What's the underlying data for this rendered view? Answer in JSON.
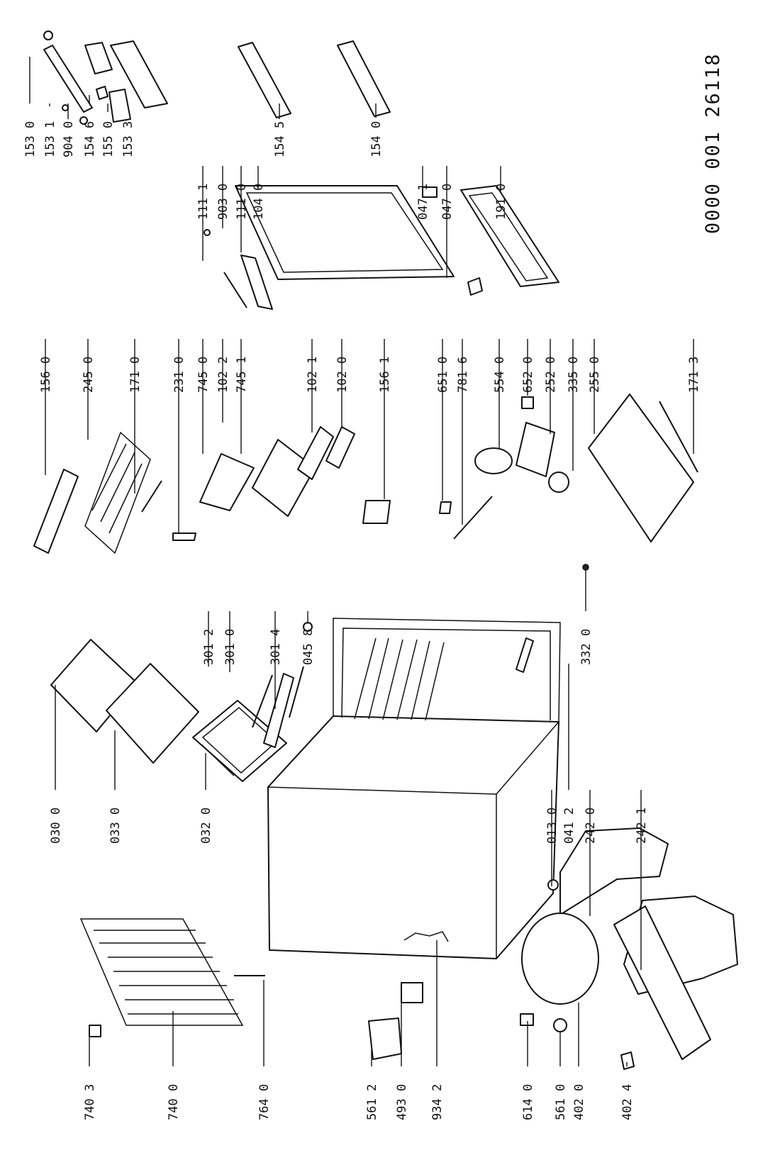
{
  "document_number": "0000 001 26118",
  "parts": [
    {
      "id": "p030",
      "number": "030 0"
    },
    {
      "id": "p033",
      "number": "033 0"
    },
    {
      "id": "p032",
      "number": "032 0"
    },
    {
      "id": "p013",
      "number": "013 0"
    },
    {
      "id": "p0412",
      "number": "041 2"
    },
    {
      "id": "p2420",
      "number": "242 0"
    },
    {
      "id": "p2421",
      "number": "242 1"
    },
    {
      "id": "p3012",
      "number": "301 2"
    },
    {
      "id": "p3010",
      "number": "301 0"
    },
    {
      "id": "p3014",
      "number": "301 4"
    },
    {
      "id": "p0458",
      "number": "045 8"
    },
    {
      "id": "p3320",
      "number": "332 0"
    },
    {
      "id": "p1560",
      "number": "156 0"
    },
    {
      "id": "p2450",
      "number": "245 0"
    },
    {
      "id": "p1710",
      "number": "171 0"
    },
    {
      "id": "p2310",
      "number": "231 0"
    },
    {
      "id": "p7450",
      "number": "745 0"
    },
    {
      "id": "p1022",
      "number": "102 2"
    },
    {
      "id": "p7451",
      "number": "745 1"
    },
    {
      "id": "p1021",
      "number": "102 1"
    },
    {
      "id": "p1020",
      "number": "102 0"
    },
    {
      "id": "p1561",
      "number": "156 1"
    },
    {
      "id": "p6510",
      "number": "651 0"
    },
    {
      "id": "p7816",
      "number": "781 6"
    },
    {
      "id": "p5540",
      "number": "554 0"
    },
    {
      "id": "p6520",
      "number": "652 0"
    },
    {
      "id": "p2520",
      "number": "252 0"
    },
    {
      "id": "p3350",
      "number": "335 0"
    },
    {
      "id": "p2550",
      "number": "255 0"
    },
    {
      "id": "p1713",
      "number": "171 3"
    },
    {
      "id": "p1111",
      "number": "111 1"
    },
    {
      "id": "p9030",
      "number": "903 0"
    },
    {
      "id": "p1110",
      "number": "111 0"
    },
    {
      "id": "p1040",
      "number": "104 0"
    },
    {
      "id": "p0471",
      "number": "047 1"
    },
    {
      "id": "p0470",
      "number": "047 0"
    },
    {
      "id": "p1910",
      "number": "191 0"
    },
    {
      "id": "p1545",
      "number": "154 5"
    },
    {
      "id": "p1540",
      "number": "154 0"
    },
    {
      "id": "p1530",
      "number": "153 0"
    },
    {
      "id": "p1531",
      "number": "153 1"
    },
    {
      "id": "p9040",
      "number": "904 0"
    },
    {
      "id": "p1546",
      "number": "154 6"
    },
    {
      "id": "p1550",
      "number": "155 0"
    },
    {
      "id": "p1533",
      "number": "153 3"
    },
    {
      "id": "p7403",
      "number": "740 3"
    },
    {
      "id": "p7400",
      "number": "740 0"
    },
    {
      "id": "p7640",
      "number": "764 0"
    },
    {
      "id": "p5612",
      "number": "561 2"
    },
    {
      "id": "p4930",
      "number": "493 0"
    },
    {
      "id": "p9342",
      "number": "934 2"
    },
    {
      "id": "p6140",
      "number": "614 0"
    },
    {
      "id": "p5610",
      "number": "561 0"
    },
    {
      "id": "p4020",
      "number": "402 0"
    },
    {
      "id": "p4024",
      "number": "402 4"
    }
  ]
}
